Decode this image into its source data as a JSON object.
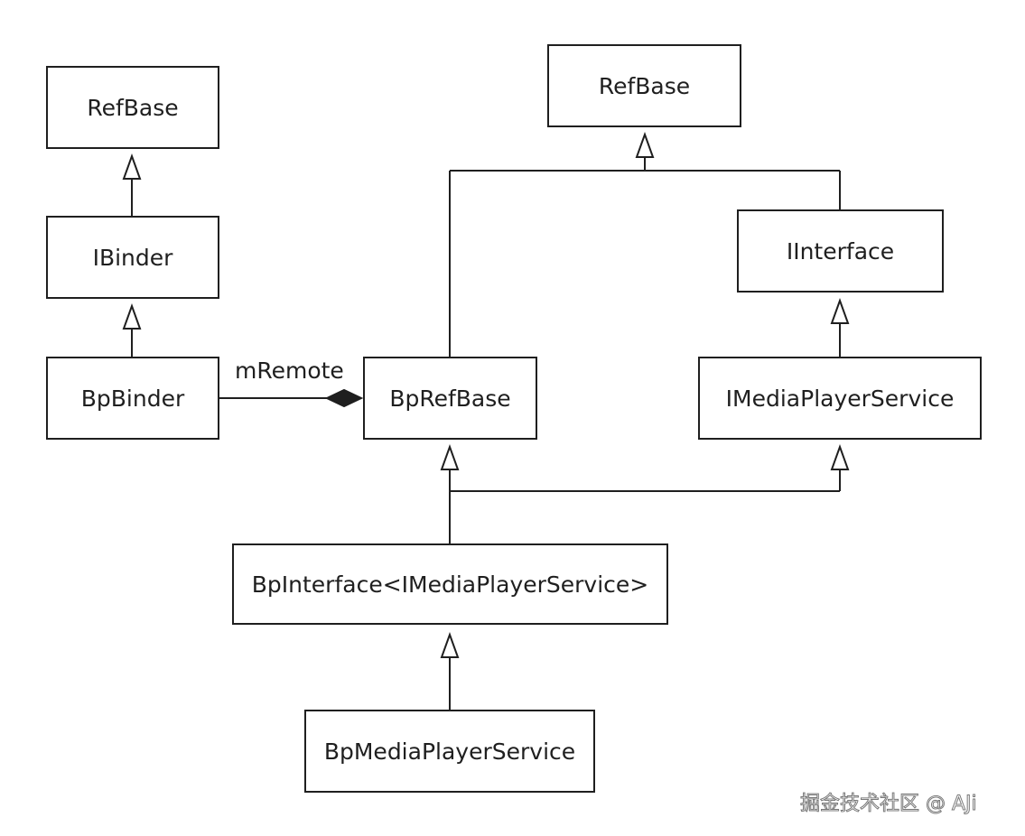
{
  "diagram": {
    "nodes": {
      "refbase_left": "RefBase",
      "ibinder": "IBinder",
      "bpbinder": "BpBinder",
      "refbase_right": "RefBase",
      "iinterface": "IInterface",
      "bprefbase": "BpRefBase",
      "imediaplayerservice": "IMediaPlayerService",
      "bpinterface": "BpInterface<IMediaPlayerService>",
      "bpmediaplayerservice": "BpMediaPlayerService"
    },
    "edge_labels": {
      "composition": "mRemote"
    },
    "edges": [
      {
        "from": "ibinder",
        "to": "refbase_left",
        "type": "inheritance"
      },
      {
        "from": "bpbinder",
        "to": "ibinder",
        "type": "inheritance"
      },
      {
        "from": "bprefbase",
        "to": "refbase_right",
        "type": "inheritance"
      },
      {
        "from": "iinterface",
        "to": "refbase_right",
        "type": "inheritance"
      },
      {
        "from": "imediaplayerservice",
        "to": "iinterface",
        "type": "inheritance"
      },
      {
        "from": "bpinterface",
        "to": "bprefbase",
        "type": "inheritance"
      },
      {
        "from": "bpinterface",
        "to": "imediaplayerservice",
        "type": "inheritance"
      },
      {
        "from": "bpmediaplayerservice",
        "to": "bpinterface",
        "type": "inheritance"
      },
      {
        "from": "bpbinder",
        "to": "bprefbase",
        "type": "composition",
        "label": "mRemote"
      }
    ]
  },
  "watermark": "掘金技术社区 @ AJi",
  "colors": {
    "line": "#1f1f1f",
    "background": "#ffffff"
  }
}
